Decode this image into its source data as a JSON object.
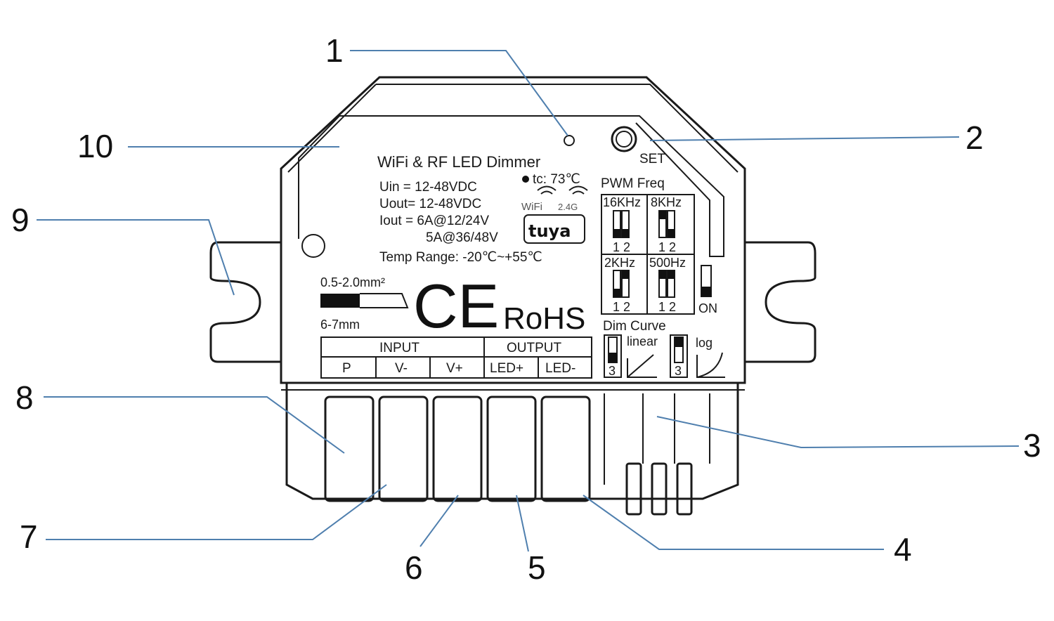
{
  "callouts": [
    "1",
    "2",
    "3",
    "4",
    "5",
    "6",
    "7",
    "8",
    "9",
    "10"
  ],
  "device": {
    "title": "WiFi & RF LED Dimmer",
    "tc": "tc: 73℃",
    "specs": [
      "Uin  = 12-48VDC",
      "Uout= 12-48VDC",
      "Iout  = 6A@12/24V",
      "5A@36/48V"
    ],
    "temp_range": "Temp Range: -20℃~+55℃",
    "wifi": "WiFi",
    "band": "2.4G",
    "brand": "tuya",
    "set_label": "SET",
    "wire_gauge": "0.5-2.0mm²",
    "strip_length": "6-7mm",
    "ce": "CE",
    "rohs": "RoHS",
    "pwm_title": "PWM Freq",
    "pwm_options": [
      "16KHz",
      "8KHz",
      "2KHz",
      "500Hz"
    ],
    "switch_numbers": "1 2",
    "on_label": "ON",
    "dim_title": "Dim Curve",
    "dim_options": [
      "linear",
      "log"
    ],
    "dim_switch_number": "3",
    "terminal_groups": [
      "INPUT",
      "OUTPUT"
    ],
    "terminals": [
      "P",
      "V-",
      "V+",
      "LED+",
      "LED-"
    ]
  }
}
